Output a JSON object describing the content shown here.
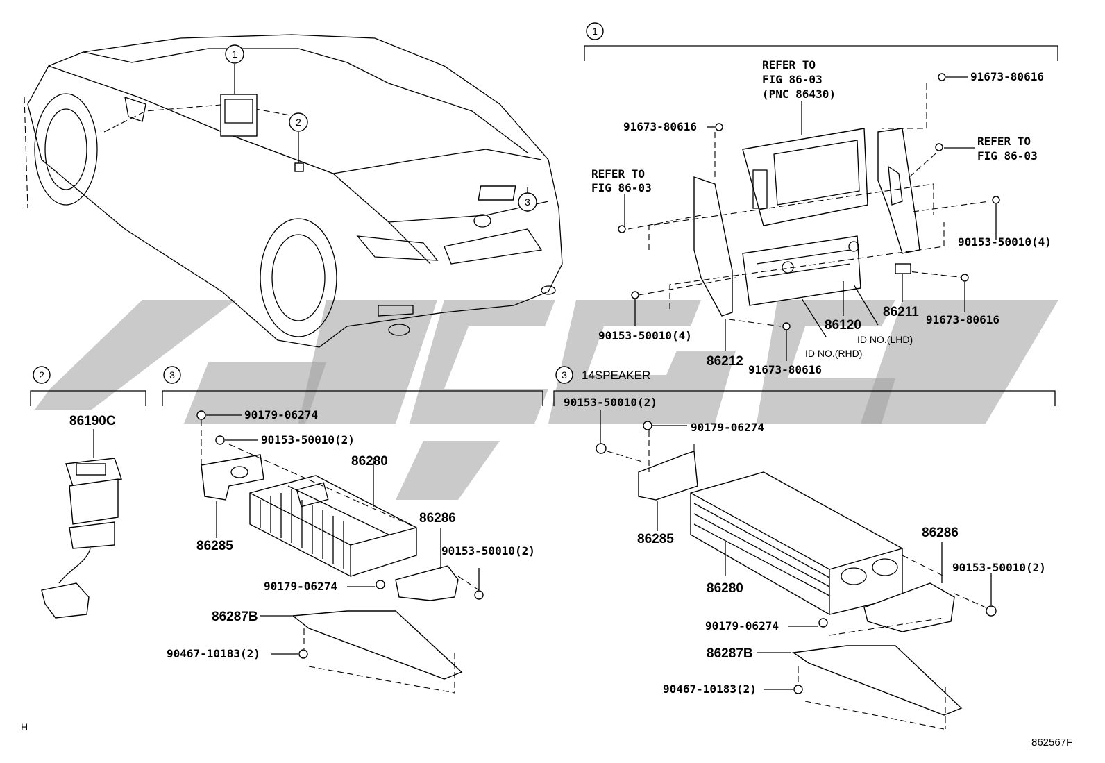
{
  "sections": {
    "s1": {
      "marker": "1"
    },
    "s2": {
      "marker": "2"
    },
    "s3": {
      "marker": "3"
    },
    "s3b": {
      "marker": "3",
      "title": "14SPEAKER"
    }
  },
  "car": {
    "callouts": [
      "1",
      "2",
      "3"
    ]
  },
  "radio_group": {
    "refer_top": [
      "REFER TO",
      "FIG 86-03",
      "(PNC 86430)"
    ],
    "refer_left": [
      "REFER TO",
      "FIG 86-03"
    ],
    "refer_right": [
      "REFER TO",
      "FIG 86-03"
    ],
    "bolt_top_left": "91673-80616",
    "bolt_top_right": "91673-80616",
    "bolt_right_mid": "90153-50010(4)",
    "bolt_left_mid": "90153-50010(4)",
    "bolt_right_low": "91673-80616",
    "bolt_bottom": "91673-80616",
    "part_86120": "86120",
    "part_86211": "86211",
    "part_86212": "86212",
    "id_rhd": "ID NO.(RHD)",
    "id_lhd": "ID NO.(LHD)"
  },
  "switch_group": {
    "part": "86190C"
  },
  "amp_group": {
    "nut_top": "90179-06274",
    "bolt_top": "90153-50010(2)",
    "amp": "86280",
    "bracket_l": "86285",
    "bracket_r": "86286",
    "bolt_r": "90153-50010(2)",
    "nut_low": "90179-06274",
    "base": "86287B",
    "screw": "90467-10183(2)"
  },
  "amp14_group": {
    "bolt_top": "90153-50010(2)",
    "nut_top": "90179-06274",
    "bracket_l": "86285",
    "amp": "86280",
    "bracket_r": "86286",
    "bolt_r": "90153-50010(2)",
    "nut_low": "90179-06274",
    "base": "86287B",
    "screw": "90467-10183(2)"
  },
  "footer": {
    "left": "H",
    "code": "862567F"
  },
  "colors": {
    "line": "#000000",
    "watermark": "#9e9e9e",
    "background": "#ffffff"
  }
}
